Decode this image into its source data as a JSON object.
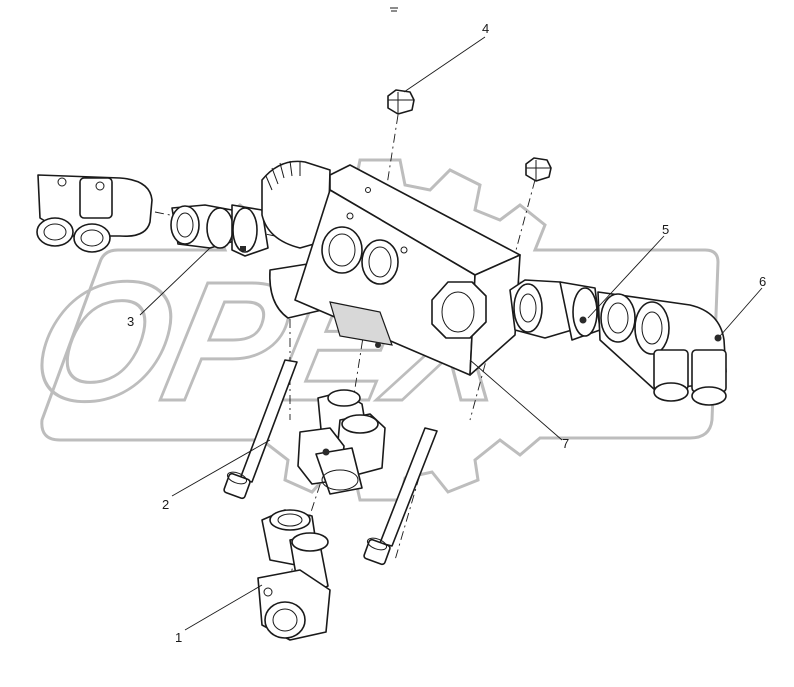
{
  "figure": {
    "callouts": [
      {
        "id": "callout-1",
        "label": "1"
      },
      {
        "id": "callout-2",
        "label": "2"
      },
      {
        "id": "callout-3",
        "label": "3"
      },
      {
        "id": "callout-4",
        "label": "4"
      },
      {
        "id": "callout-5",
        "label": "5"
      },
      {
        "id": "callout-6",
        "label": "6"
      },
      {
        "id": "callout-7",
        "label": "7"
      }
    ],
    "watermark": "OPEX"
  }
}
